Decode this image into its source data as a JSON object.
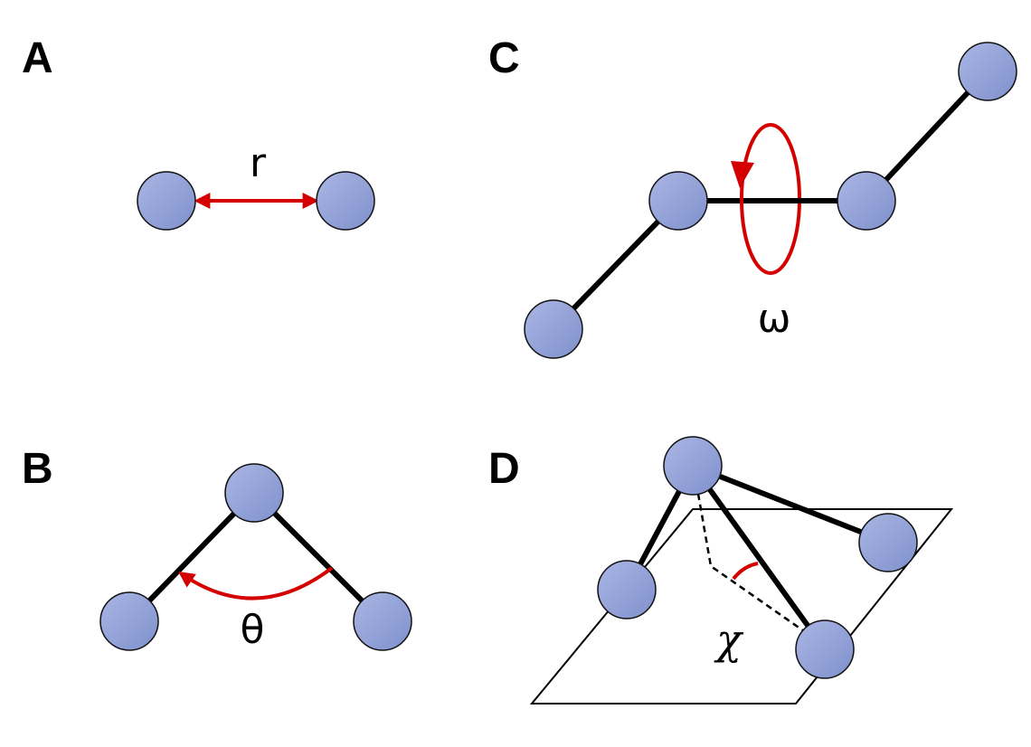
{
  "panels": {
    "A": {
      "label": "A",
      "symbol": "r"
    },
    "B": {
      "label": "B",
      "symbol": "θ"
    },
    "C": {
      "label": "C",
      "symbol": "ω"
    },
    "D": {
      "label": "D",
      "symbol": "χ"
    }
  },
  "colors": {
    "atom_fill": "#8e9ed3",
    "atom_stroke": "#111111",
    "bond": "#000000",
    "indicator": "#d40000"
  }
}
